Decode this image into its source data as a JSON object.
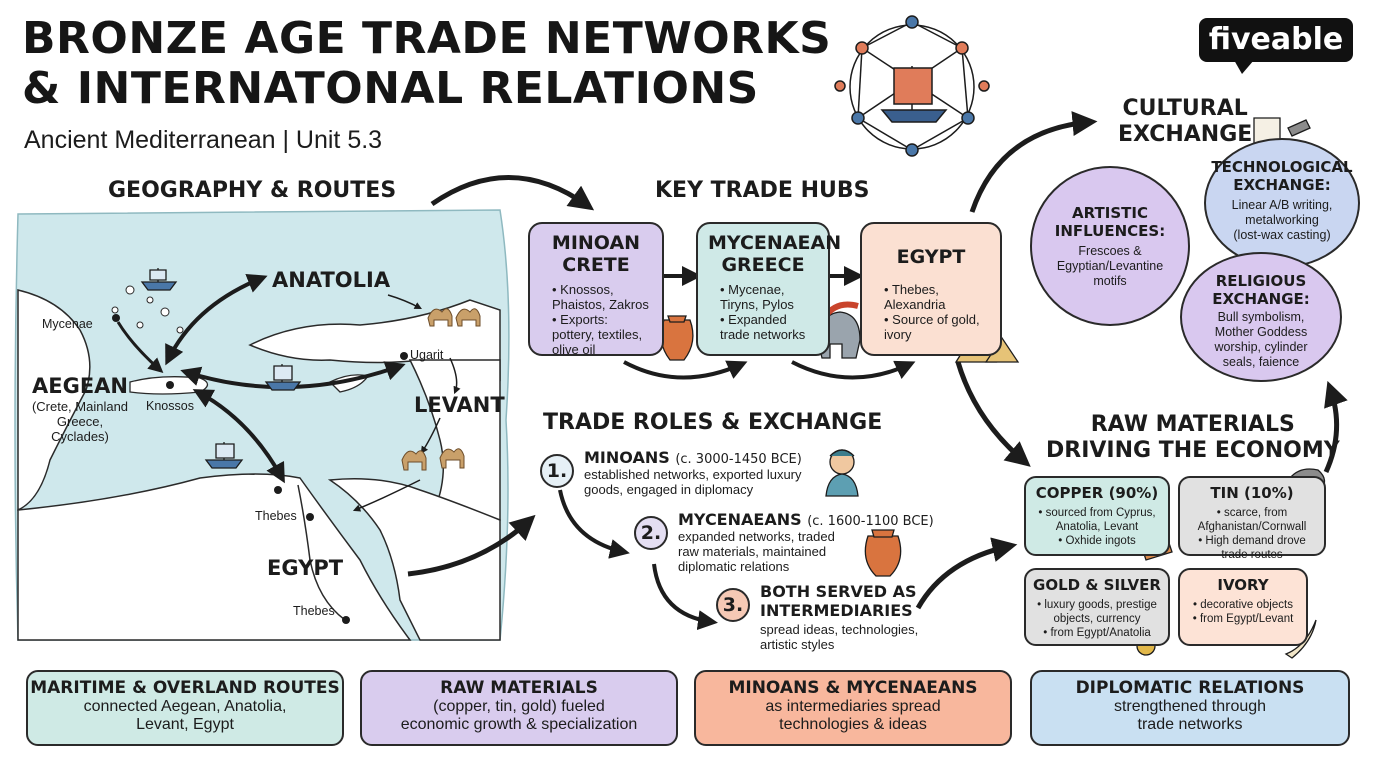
{
  "header": {
    "title_line1": "BRONZE AGE TRADE NETWORKS",
    "title_line2": "& INTERNATONAL RELATIONS",
    "subtitle": "Ancient Mediterranean | Unit 5.3",
    "logo": "fiveable"
  },
  "geography": {
    "heading": "GEOGRAPHY & ROUTES",
    "labels": {
      "anatolia": "ANATOLIA",
      "mycenae": "Mycenae",
      "aegean": "AEGEAN",
      "aegean_sub1": "(Crete, Mainland",
      "aegean_sub2": "Greece,",
      "aegean_sub3": "Cyclades)",
      "knossos": "Knossos",
      "ugarit": "Ugarit",
      "levant": "LEVANT",
      "thebes_upper": "Thebes",
      "egypt": "EGYPT",
      "thebes_lower": "Thebes"
    }
  },
  "hubs": {
    "heading": "KEY TRADE HUBS",
    "minoan": {
      "title1": "MINOAN",
      "title2": "CRETE",
      "items": [
        "Knossos, Phaistos, Zakros",
        "Exports: pottery, textiles, olive oil"
      ]
    },
    "mycenaean": {
      "title1": "MYCENAEAN",
      "title2": "GREECE",
      "items": [
        "Mycenae, Tiryns, Pylos",
        "Expanded trade networks"
      ]
    },
    "egypt": {
      "title1": "EGYPT",
      "items": [
        "Thebes, Alexandria",
        "Source of gold, ivory"
      ]
    }
  },
  "roles": {
    "heading": "TRADE ROLES & EXCHANGE",
    "items": [
      {
        "num": "1.",
        "title": "MINOANS",
        "dates": "(c. 3000-1450 BCE)",
        "desc1": "established networks, exported luxury",
        "desc2": "goods, engaged in diplomacy"
      },
      {
        "num": "2.",
        "title": "MYCENAEANS",
        "dates": "(c. 1600-1100 BCE)",
        "desc1": "expanded networks, traded",
        "desc2": "raw materials, maintained",
        "desc3": "diplomatic relations"
      },
      {
        "num": "3.",
        "title1": "BOTH SERVED AS",
        "title2": "INTERMEDIARIES",
        "desc1": "spread ideas, technologies,",
        "desc2": "artistic styles"
      }
    ]
  },
  "cultural": {
    "heading1": "CULTURAL",
    "heading2": "EXCHANGE",
    "artistic": {
      "t1": "ARTISTIC",
      "t2": "INFLUENCES:",
      "d1": "Frescoes &",
      "d2": "Egyptian/Levantine",
      "d3": "motifs"
    },
    "technological": {
      "t1": "TECHNOLOGICAL",
      "t2": "EXCHANGE:",
      "d1": "Linear A/B writing,",
      "d2": "metalworking",
      "d3": "(lost-wax casting)"
    },
    "religious": {
      "t1": "RELIGIOUS",
      "t2": "EXCHANGE:",
      "d1": "Bull symbolism,",
      "d2": "Mother Goddess",
      "d3": "worship, cylinder",
      "d4": "seals, faience"
    }
  },
  "materials": {
    "heading1": "RAW MATERIALS",
    "heading2": "DRIVING THE ECONOMY",
    "copper": {
      "title": "COPPER (90%)",
      "items": [
        "sourced from Cyprus, Anatolia, Levant",
        "Oxhide ingots"
      ]
    },
    "tin": {
      "title": "TIN (10%)",
      "items": [
        "scarce, from Afghanistan/Cornwall",
        "High demand drove trade routes"
      ]
    },
    "gold": {
      "title": "GOLD & SILVER",
      "items": [
        "luxury goods, prestige objects, currency",
        "from Egypt/Anatolia"
      ]
    },
    "ivory": {
      "title": "IVORY",
      "items": [
        "decorative objects",
        "from Egypt/Levant"
      ]
    }
  },
  "summary": [
    {
      "title": "MARITIME & OVERLAND ROUTES",
      "l1": "connected Aegean, Anatolia,",
      "l2": "Levant, Egypt"
    },
    {
      "title": "RAW MATERIALS",
      "l1": "(copper, tin, gold) fueled",
      "l2": "economic growth & specialization"
    },
    {
      "title": "MINOANS & MYCENAEANS",
      "l1": "as intermediaries spread",
      "l2": "technologies & ideas"
    },
    {
      "title": "DIPLOMATIC RELATIONS",
      "l1": "strengthened through",
      "l2": "trade networks"
    }
  ],
  "colors": {
    "sea": "#cfe8ec",
    "minoan": "#d9ccee",
    "mycenaean": "#cfe9e7",
    "egypt": "#fbe0d2",
    "purple": "#d9c8ef",
    "blue": "#c9d6f1",
    "grey": "#e1e1e1",
    "peach": "#fde3d6",
    "salmon": "#f8b79d",
    "sky": "#c9e0f2",
    "mint": "#cfeae5"
  }
}
